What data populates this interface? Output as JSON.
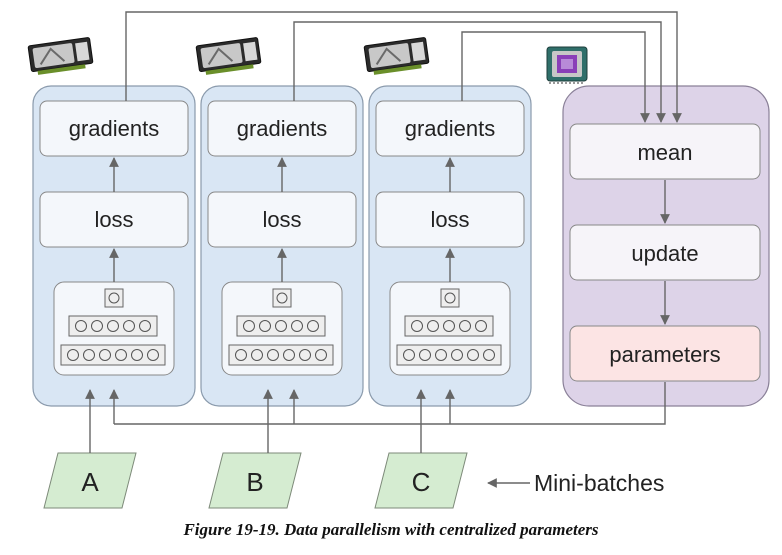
{
  "workers": [
    {
      "gradients": "gradients",
      "loss": "loss",
      "batch": "A"
    },
    {
      "gradients": "gradients",
      "loss": "loss",
      "batch": "B"
    },
    {
      "gradients": "gradients",
      "loss": "loss",
      "batch": "C"
    }
  ],
  "server": {
    "mean": "mean",
    "update": "update",
    "parameters": "parameters"
  },
  "minibatches_label": "Mini-batches",
  "caption": "Figure 19-19. Data parallelism with centralized parameters",
  "colors": {
    "worker_fill": "#d9e6f4",
    "server_fill": "#ddd3e8",
    "batch_fill": "#d5ecd1",
    "parameters_fill": "#fce4e4",
    "line": "#666666"
  },
  "icons": [
    "gpu-icon",
    "gpu-icon",
    "gpu-icon",
    "cpu-icon"
  ]
}
